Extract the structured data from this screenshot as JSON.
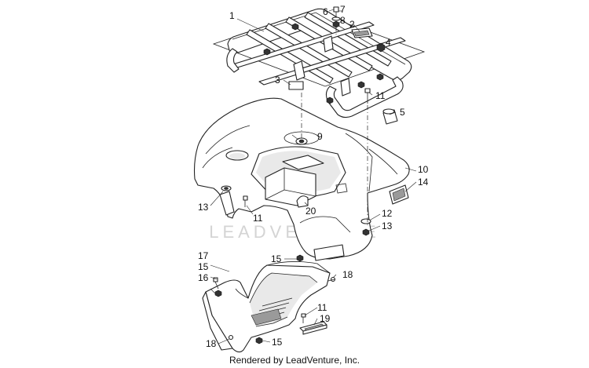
{
  "callouts": {
    "c1": "1",
    "c2": "2",
    "c3": "3",
    "c4": "4",
    "c5": "5",
    "c6": "6",
    "c7": "7",
    "c8": "8",
    "c9": "9",
    "c10": "10",
    "c11a": "11",
    "c11b": "11",
    "c11c": "11",
    "c12": "12",
    "c13a": "13",
    "c13b": "13",
    "c14": "14",
    "c15a": "15",
    "c15b": "15",
    "c15c": "15",
    "c16": "16",
    "c17": "17",
    "c18a": "18",
    "c18b": "18",
    "c19": "19",
    "c20": "20"
  },
  "watermark": "LEADVENTURE",
  "footer": "Rendered by LeadVenture, Inc.",
  "colors": {
    "line": "#222222",
    "watermark": "#d4d4d4",
    "background": "#ffffff"
  }
}
